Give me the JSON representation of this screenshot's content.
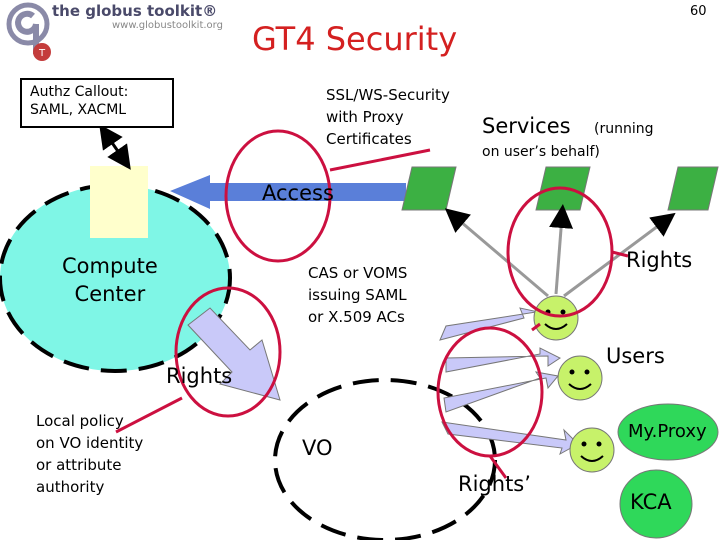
{
  "logo": {
    "line1": "the globus toolkit®",
    "line2": "www.globustoolkit.org"
  },
  "slide": {
    "number": "60",
    "title": "GT4 Security"
  },
  "labels": {
    "authz_line1": "Authz Callout:",
    "authz_line2": "SAML, XACML",
    "ssl_line1": "SSL/WS-Security",
    "ssl_line2": "with Proxy",
    "ssl_line3": "Certificates",
    "services": "Services",
    "running": "(running",
    "behalf": "on user’s behalf)",
    "access": "Access",
    "compute_line1": "Compute",
    "compute_line2": "Center",
    "cas_line1": "CAS or VOMS",
    "cas_line2": "issuing SAML",
    "cas_line3": "or X.509 ACs",
    "rights_right": "Rights",
    "users": "Users",
    "rights_left": "Rights",
    "local_line1": "Local policy",
    "local_line2": "on VO identity",
    "local_line3": "or attribute",
    "local_line4": "authority",
    "vo": "VO",
    "myproxy": "My.Proxy",
    "rights_prime": "Rights’",
    "kca": "KCA"
  },
  "colors": {
    "title": "#d42020",
    "compute_center": "#7ff6e6",
    "resource_box": "#ffffcc",
    "service": "#3cb043",
    "access_arrow": "#5a7fd9",
    "rights_arrow": "#c9c9f9",
    "smiley": "#c7f26a",
    "myproxy_kca": "#2fd85a",
    "highlight_circle": "#cc1040",
    "dash": "#000000"
  }
}
